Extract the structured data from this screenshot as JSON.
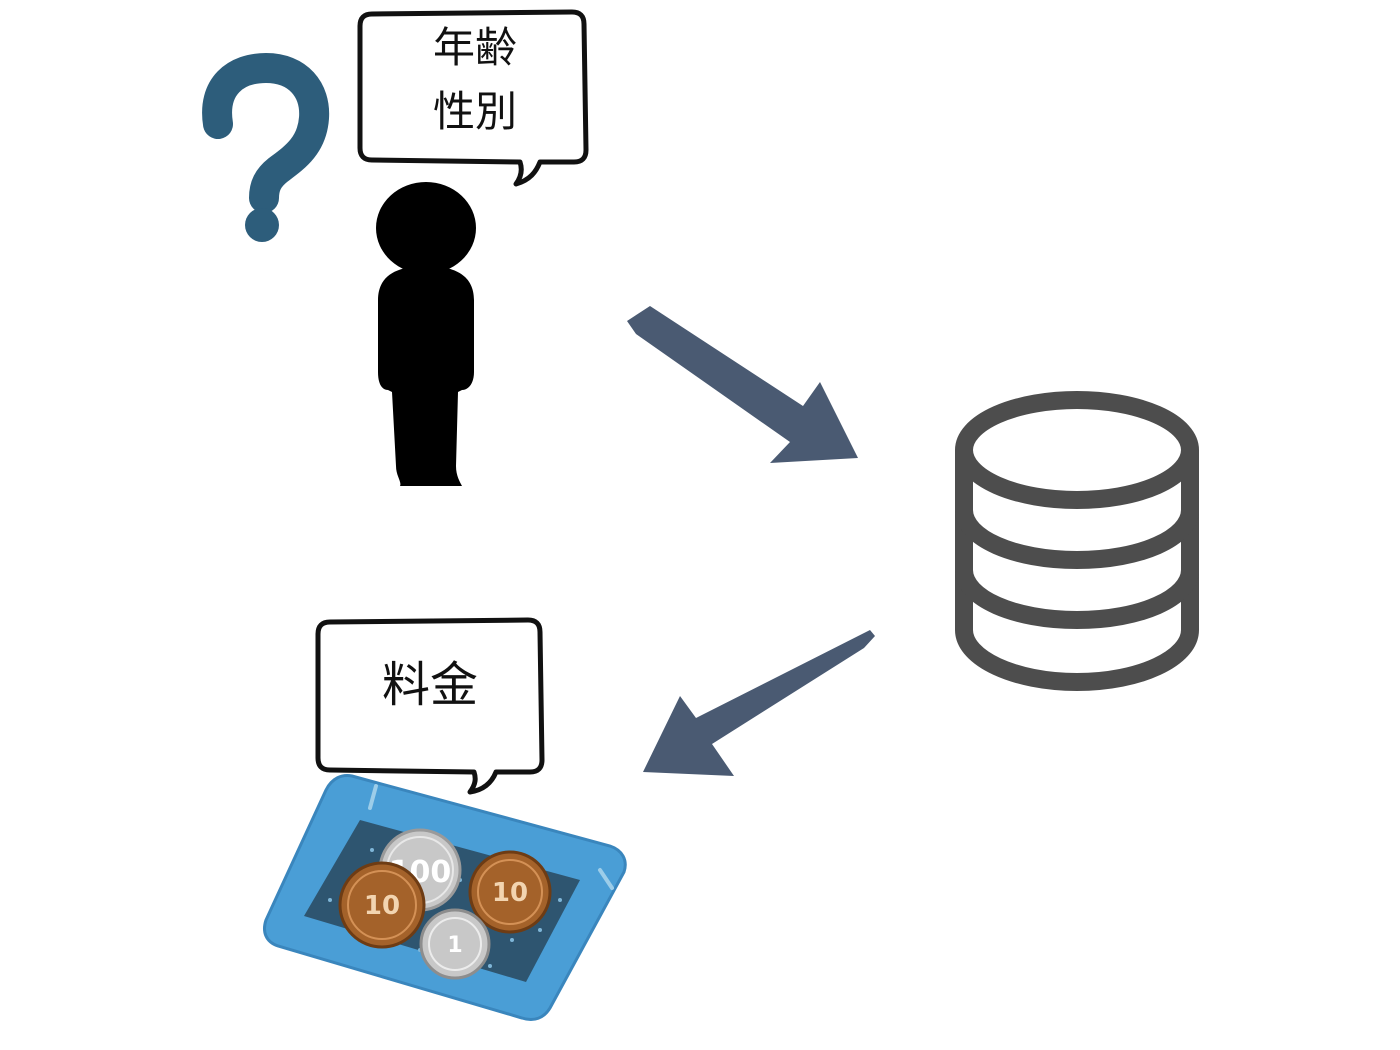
{
  "bubbles": {
    "person": {
      "line1": "年齢",
      "line2": "性別"
    },
    "tray": {
      "text": "料金"
    }
  },
  "coins": [
    {
      "value": "100"
    },
    {
      "value": "10"
    },
    {
      "value": "10"
    },
    {
      "value": "1"
    }
  ],
  "colors": {
    "question_mark": "#2d5d7b",
    "arrow": "#4a5a72",
    "database": "#4d4d4d",
    "tray": "#4a9ed6",
    "tray_inner": "#2e5570",
    "copper": "#a4622a",
    "silver": "#c8c8c8"
  },
  "icons": {
    "question": "question-mark-icon",
    "person": "person-silhouette-icon",
    "database": "database-icon",
    "tray": "coin-tray-icon"
  }
}
